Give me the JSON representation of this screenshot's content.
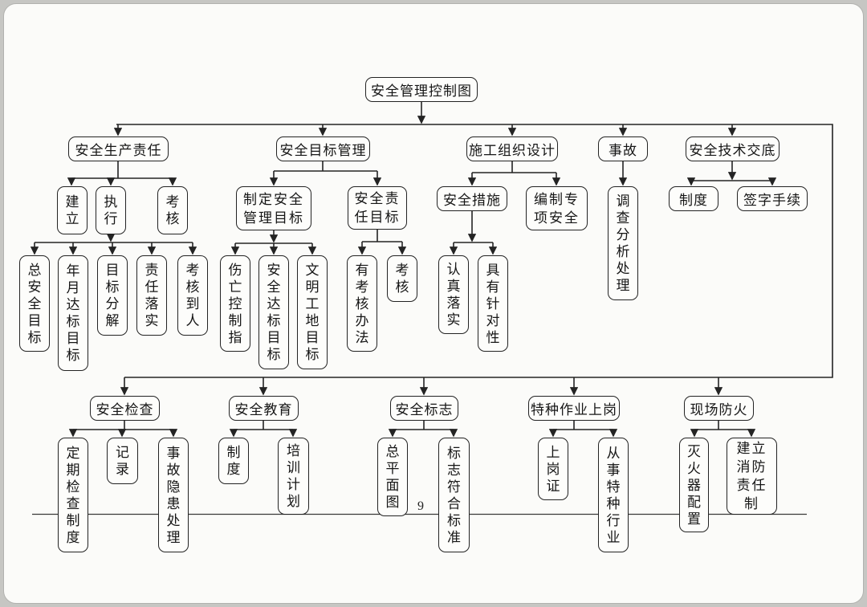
{
  "page_number": "9",
  "colors": {
    "line": "#242424",
    "box_border": "#232323",
    "page_background": "#fbfbf9"
  },
  "top_section": {
    "root": "安全管理控制图",
    "safety_production_responsibility": "安全生产责任",
    "establish": "建立",
    "execute": "执行",
    "assess": "考核",
    "overall_safety_goal": "总安全目标",
    "monthly_goal": "年月达标目标",
    "goal_decomposition": "目标分解",
    "responsibility_implementation": "责任落实",
    "assessment_to_person": "考核到人",
    "safety_goal_management": "安全目标管理",
    "set_safety_goals": "制定安全管理目标",
    "casualty_control_index": "伤亡控制指",
    "safety_standard_goal": "安全达标目标",
    "civilized_site_goal": "文明工地目标",
    "safety_responsibility_goal": "安全责任目标",
    "assessment_method": "有考核办法",
    "assessment2": "考核",
    "construction_org_design": "施工组织设计",
    "safety_measures": "安全措施",
    "earnest_implementation": "认真落实",
    "targeted": "具有针对性",
    "special_safety_plan": "编制专项安全",
    "accident": "事故",
    "investigation": "调查分析处理",
    "tech_disclosure": "安全技术交底",
    "system1": "制度",
    "signature_procedure": "签字手续"
  },
  "bottom_section": {
    "safety_inspection": "安全检查",
    "regular_inspection_system": "定期检查制度",
    "record": "记录",
    "hazard_handling": "事故隐患处理",
    "safety_education": "安全教育",
    "system2": "制度",
    "training_plan": "培训计划",
    "safety_signs": "安全标志",
    "general_plan": "总平面图",
    "signs_meet_standard": "标志符合标准",
    "special_work_permit": "特种作业上岗",
    "work_permit": "上岗证",
    "special_industry": "从事特种行业",
    "site_fire_prevention": "现场防火",
    "extinguisher_config": "灭火器配置",
    "fire_responsibility_system": "建立消防责任制"
  }
}
